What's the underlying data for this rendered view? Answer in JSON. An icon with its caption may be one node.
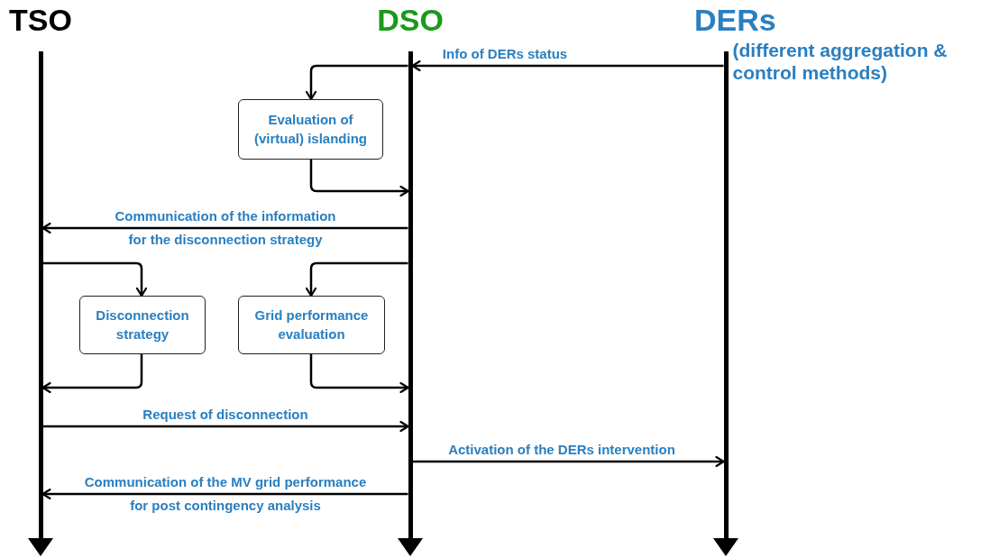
{
  "diagram": {
    "nodes": [
      {
        "text": [
          "TSO"
        ]
      },
      {
        "text": [
          "DSO"
        ]
      },
      {
        "text": [
          "DERs",
          "(different aggregation & control methods)"
        ]
      },
      {
        "text": [
          "Evaluation of (virtual) islanding"
        ]
      },
      {
        "text": [
          "Disconnection strategy"
        ]
      },
      {
        "text": [
          "Grid performance evaluation"
        ]
      }
    ],
    "edges": [
      {
        "from": 2,
        "to": 1,
        "arrow": "to",
        "label": "Info of DERs status"
      },
      {
        "from": 1,
        "to": 3,
        "arrow": "to"
      },
      {
        "from": 3,
        "to": 1,
        "arrow": "to"
      },
      {
        "from": 1,
        "to": 0,
        "arrow": "to",
        "label": "Communication of the information for the disconnection strategy"
      },
      {
        "from": 0,
        "to": 4,
        "arrow": "to"
      },
      {
        "from": 1,
        "to": 5,
        "arrow": "to"
      },
      {
        "from": 4,
        "to": 0,
        "arrow": "to"
      },
      {
        "from": 5,
        "to": 1,
        "arrow": "to"
      },
      {
        "from": 0,
        "to": 1,
        "arrow": "to",
        "label": "Request of disconnection"
      },
      {
        "from": 1,
        "to": 2,
        "arrow": "to",
        "label": "Activation of the DERs intervention"
      },
      {
        "from": 1,
        "to": 0,
        "arrow": "to",
        "label": "Communication of the MV grid performance for post contingency analysis"
      }
    ]
  }
}
